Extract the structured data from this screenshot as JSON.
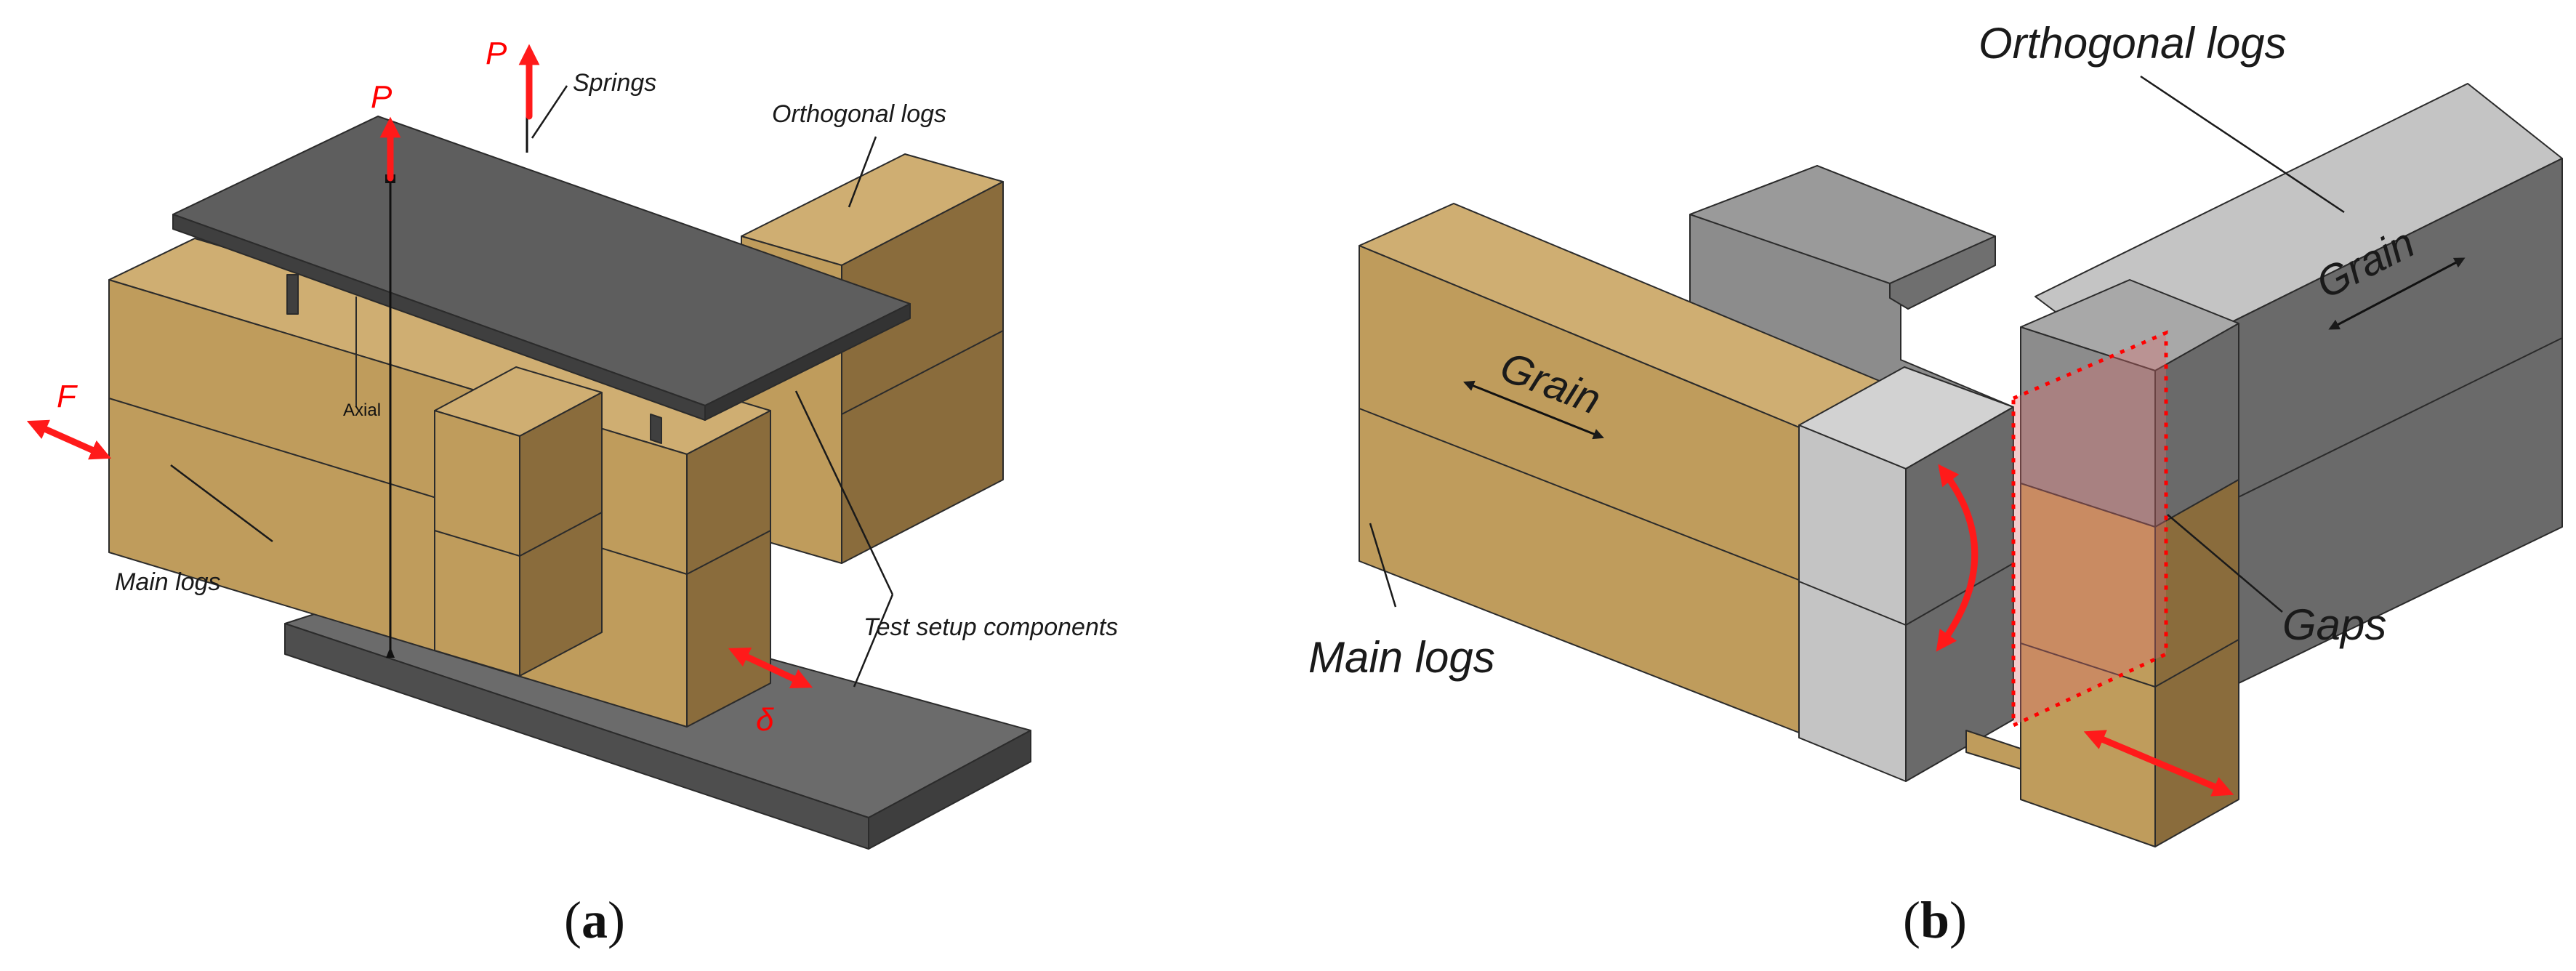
{
  "panel_a": {
    "caption_letter": "a",
    "labels": {
      "springs": "Springs",
      "orthogonal_logs": "Orthogonal logs",
      "main_logs": "Main logs",
      "test_setup": "Test setup components",
      "axial": "Axial"
    },
    "forces": {
      "p1": "P",
      "p2": "P",
      "f": "F",
      "delta": "δ"
    }
  },
  "panel_b": {
    "caption_letter": "b",
    "labels": {
      "orthogonal_logs": "Orthogonal logs",
      "main_logs": "Main logs",
      "gaps": "Gaps",
      "grain_main": "Grain",
      "grain_orth": "Grain"
    }
  },
  "colors": {
    "wood_top": "#cfae72",
    "wood_front": "#bf9c5c",
    "wood_side": "#8a6c3c",
    "plate": "#5e5e5e",
    "grey_light": "#c4c4c4",
    "grey_mid": "#8c8c8c",
    "grey_dark": "#6a6a6a",
    "force_red": "#ff0000"
  }
}
